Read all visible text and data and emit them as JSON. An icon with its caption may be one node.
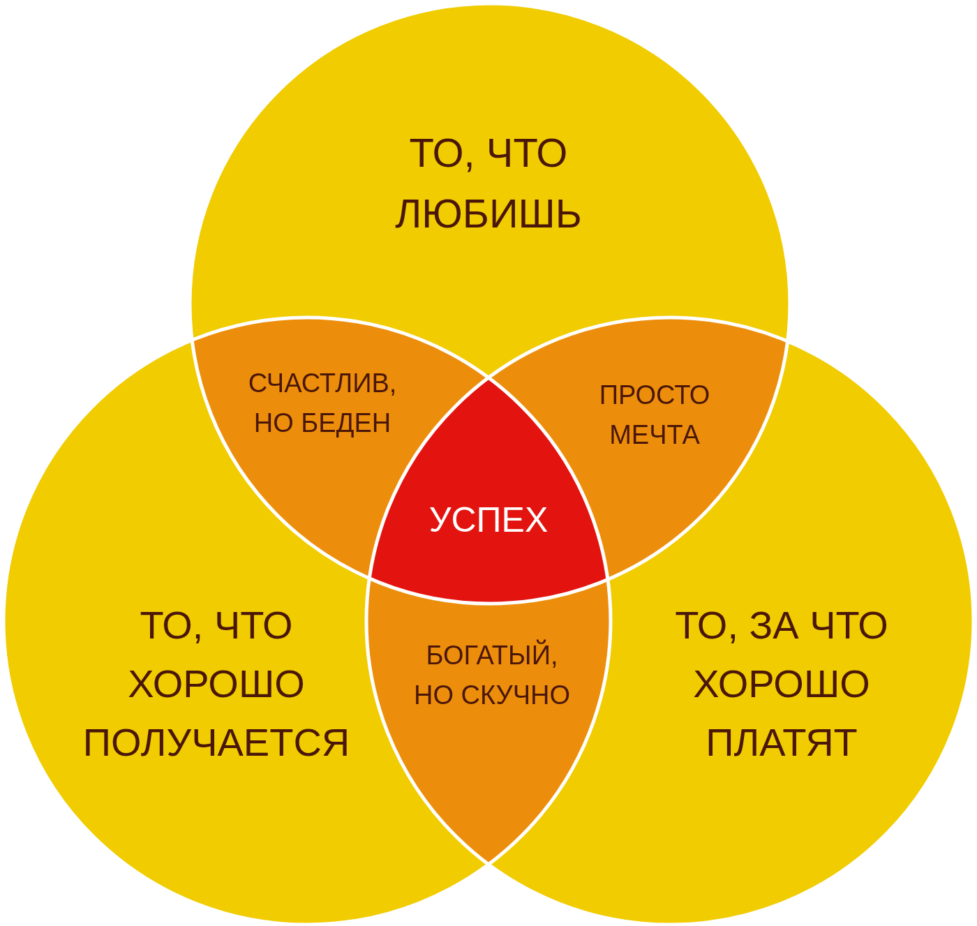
{
  "diagram": {
    "nodes": [
      {
        "text": [
          "ТО, ЧТО ЛЮБИШЬ"
        ]
      },
      {
        "text": [
          "ТО, ЧТО ХОРОШО ПОЛУЧАЕТСЯ"
        ]
      },
      {
        "text": [
          "ТО, ЗА ЧТО ХОРОШО ПЛАТЯТ"
        ]
      },
      {
        "text": [
          "СЧАСТЛИВ, НО БЕДЕН"
        ]
      },
      {
        "text": [
          "ПРОСТО МЕЧТА"
        ]
      },
      {
        "text": [
          "УСПЕХ"
        ]
      },
      {
        "text": [
          "БОГАТЫЙ, НО СКУЧНО"
        ]
      }
    ],
    "edges": []
  }
}
